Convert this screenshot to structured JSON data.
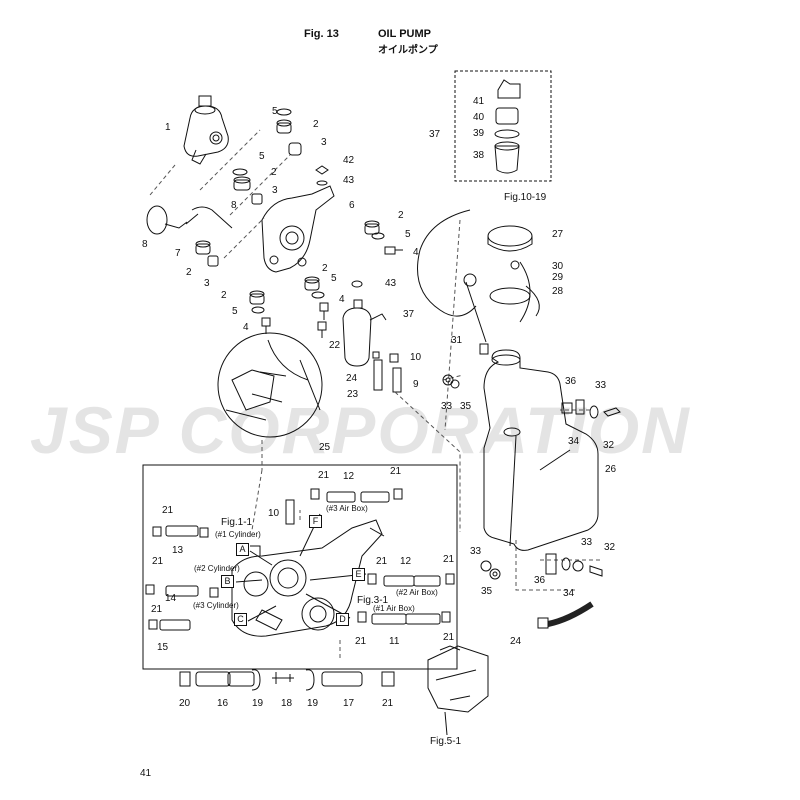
{
  "header": {
    "fig": "Fig. 13",
    "title_en": "OIL PUMP",
    "title_jp": "オイルポンプ"
  },
  "watermark": "JSP CORPORATION",
  "page_number": "41",
  "callouts": {
    "c1": "1",
    "c2a": "2",
    "c2b": "2",
    "c2c": "2",
    "c2d": "2",
    "c2e": "2",
    "c2f": "2",
    "c3a": "3",
    "c3b": "3",
    "c3c": "3",
    "c4a": "4",
    "c4b": "4",
    "c4c": "4",
    "c5a": "5",
    "c5b": "5",
    "c5c": "5",
    "c5d": "5",
    "c5e": "5",
    "c6": "6",
    "c7": "7",
    "c8a": "8",
    "c8b": "8",
    "c9": "9",
    "c10a": "10",
    "c10b": "10",
    "c11": "11",
    "c12a": "12",
    "c12b": "12",
    "c13": "13",
    "c14": "14",
    "c15": "15",
    "c16": "16",
    "c17": "17",
    "c18": "18",
    "c19a": "19",
    "c19b": "19",
    "c20": "20",
    "c21a": "21",
    "c21b": "21",
    "c21c": "21",
    "c21d": "21",
    "c21e": "21",
    "c21f": "21",
    "c21g": "21",
    "c21h": "21",
    "c21i": "21",
    "c21j": "21",
    "c22": "22",
    "c23": "23",
    "c24a": "24",
    "c24b": "24",
    "c25": "25",
    "c26": "26",
    "c27": "27",
    "c28": "28",
    "c29": "29",
    "c30": "30",
    "c31": "31",
    "c32a": "32",
    "c32b": "32",
    "c33a": "33",
    "c33b": "33",
    "c33c": "33",
    "c33d": "33",
    "c34a": "34",
    "c34b": "34",
    "c35a": "35",
    "c35b": "35",
    "c36a": "36",
    "c36b": "36",
    "c37a": "37",
    "c37b": "37",
    "c38": "38",
    "c39": "39",
    "c40": "40",
    "c41": "41",
    "c42": "42",
    "c43a": "43",
    "c43b": "43"
  },
  "refs": {
    "fig10_19": "Fig.10-19",
    "fig1_1": "Fig.1-1",
    "fig3_1": "Fig.3-1",
    "fig5_1": "Fig.5-1",
    "cyl1": "(#1 Cylinder)",
    "cyl2": "(#2 Cylinder)",
    "cyl3": "(#3 Cylinder)",
    "air1": "(#1 Air Box)",
    "air2": "(#2 Air Box)",
    "air3": "(#3 Air Box)"
  },
  "boxes": {
    "A": "A",
    "B": "B",
    "C": "C",
    "D": "D",
    "E": "E",
    "F": "F"
  },
  "colors": {
    "line": "#111111",
    "watermark": "#e4e4e4",
    "dash": "#555555"
  }
}
